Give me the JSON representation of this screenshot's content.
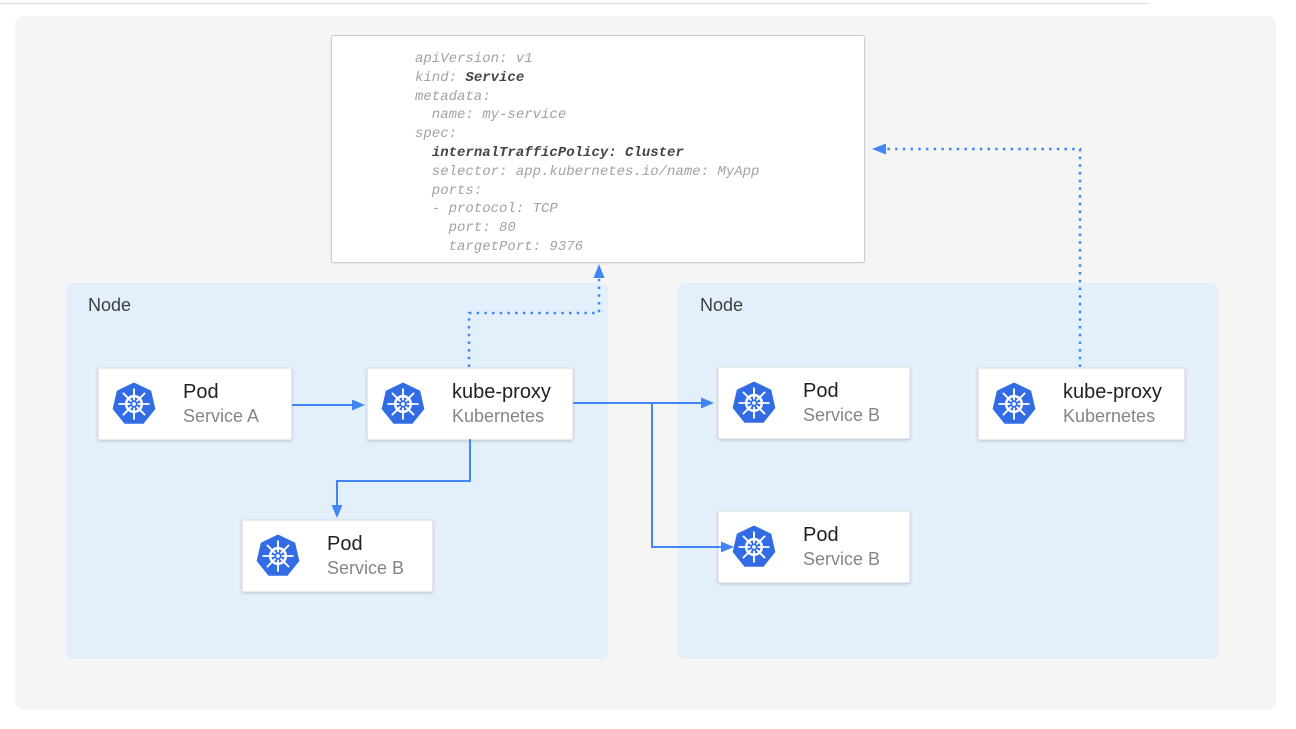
{
  "yaml": {
    "lines": [
      {
        "pre": "apiVersion: v1"
      },
      {
        "pre": "kind: ",
        "bold": "Service"
      },
      {
        "pre": "metadata:"
      },
      {
        "pre": "  name: my-service"
      },
      {
        "pre": "spec:"
      },
      {
        "pre": "  ",
        "bold": "internalTrafficPolicy: Cluster"
      },
      {
        "pre": "  selector: app.kubernetes.io/name: MyApp"
      },
      {
        "pre": "  ports:"
      },
      {
        "pre": "  - protocol: TCP"
      },
      {
        "pre": "    port: 80"
      },
      {
        "pre": "    targetPort: 9376"
      }
    ]
  },
  "nodes": {
    "left": {
      "label": "Node"
    },
    "right": {
      "label": "Node"
    }
  },
  "cards": [
    {
      "title": "Pod",
      "subtitle": "Service A",
      "icon": "kubernetes-logo"
    },
    {
      "title": "kube-proxy",
      "subtitle": "Kubernetes",
      "icon": "kubernetes-logo"
    },
    {
      "title": "Pod",
      "subtitle": "Service B",
      "icon": "kubernetes-logo"
    },
    {
      "title": "Pod",
      "subtitle": "Service B",
      "icon": "kubernetes-logo"
    },
    {
      "title": "Pod",
      "subtitle": "Service B",
      "icon": "kubernetes-logo"
    },
    {
      "title": "kube-proxy",
      "subtitle": "Kubernetes",
      "icon": "kubernetes-logo"
    }
  ],
  "connections": {
    "solid": [
      "pod-service-a -> kube-proxy (left node)",
      "kube-proxy (left node) -> pod-service-b (left node)",
      "kube-proxy (left node) -> pod-service-b-1 (right node)",
      "kube-proxy (left node) -> pod-service-b-2 (right node)"
    ],
    "dotted": [
      "kube-proxy (left node) -> service manifest",
      "kube-proxy (right node) -> service manifest"
    ]
  },
  "colors": {
    "arrow_blue": "#4285f4",
    "kubernetes_blue": "#326ce5",
    "node_fill": "#e3f0fc",
    "panel_bg": "#f5f5f6",
    "yaml_text": "#a2a2a4",
    "yaml_bold_text": "#434548"
  }
}
